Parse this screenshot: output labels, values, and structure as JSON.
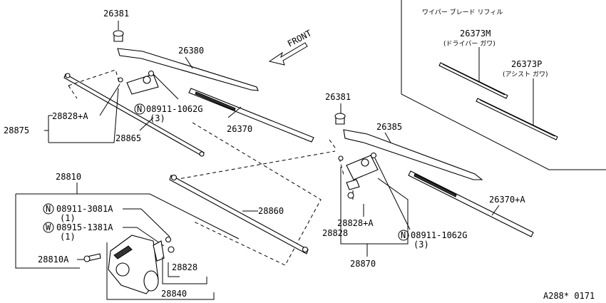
{
  "front_label": "FRONT",
  "diagram_code": "A288* 0171",
  "inset": {
    "title": "ワイパー ブレード リフィル",
    "part_m": {
      "number": "26373M",
      "note": "(ドライバー ガワ)"
    },
    "part_p": {
      "number": "26373P",
      "note": "(アシスト ガワ)"
    }
  },
  "labels": {
    "symbol_n": "N",
    "symbol_w": "W",
    "l26381_left": "26381",
    "l26380": "26380",
    "l08911_left": "08911-1062G",
    "l08911_left_qty": "(3)",
    "l26370": "26370",
    "l28828a_left": "28828+A",
    "l28875": "28875",
    "l28865": "28865",
    "l28810": "28810",
    "l08911_3081a": "08911-3081A",
    "l08911_3081a_qty": "(1)",
    "l08915_1381a": "08915-1381A",
    "l08915_1381a_qty": "(1)",
    "l28810a": "28810A",
    "l28828_motor": "28828",
    "l28840": "28840",
    "l28860": "28860",
    "l26381_right": "26381",
    "l26385": "26385",
    "l26370a": "26370+A",
    "l28828a_right": "28828+A",
    "l28828_right": "28828",
    "l28870": "28870",
    "l08911_right": "08911-1062G",
    "l08911_right_qty": "(3)"
  }
}
